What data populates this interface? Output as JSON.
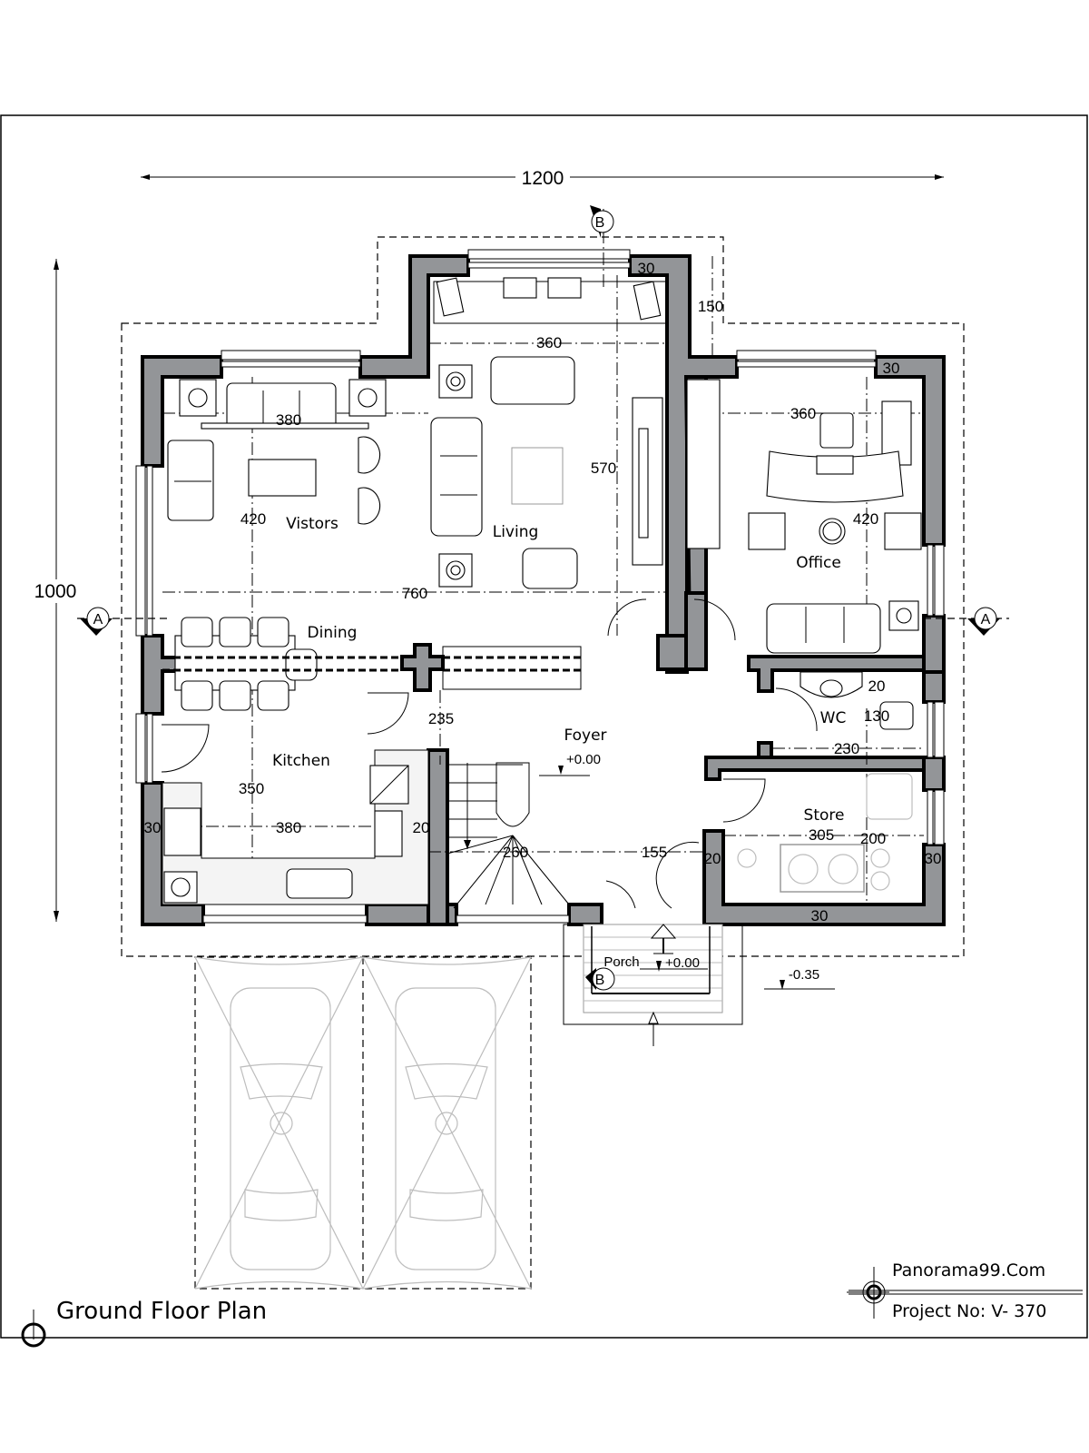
{
  "drawing": {
    "title": "Ground Floor Plan",
    "credit_site": "Panorama99.Com",
    "project_no": "Project No: V- 370"
  },
  "overall_dimensions": {
    "width_label": "1200",
    "height_label": "1000"
  },
  "section_markers": {
    "a_left": "A",
    "a_right": "A",
    "b_top": "B",
    "b_bottom": "B"
  },
  "rooms": {
    "visitors": {
      "label": "Vistors",
      "width": "380",
      "depth": "420"
    },
    "living": {
      "label": "Living",
      "width": "360",
      "depth": "570"
    },
    "office": {
      "label": "Office",
      "width": "360",
      "depth": "420"
    },
    "dining": {
      "label": "Dining",
      "span": "760"
    },
    "kitchen": {
      "label": "Kitchen",
      "width": "380",
      "depth": "350"
    },
    "foyer": {
      "label": "Foyer",
      "level": "+0.00",
      "depth": "235",
      "span": "155"
    },
    "stair": {
      "width": "260"
    },
    "wc": {
      "label": "WC",
      "width": "230",
      "depth": "130",
      "wall": "20"
    },
    "store": {
      "label": "Store",
      "width": "305",
      "depth": "200"
    },
    "porch": {
      "label": "Porch",
      "level": "+0.00"
    }
  },
  "wall_dimensions": {
    "bay_top": "30",
    "bay_projection": "150",
    "office_top": "30",
    "kitchen_left": "30",
    "kitchen_right": "20",
    "foyer_right": "20",
    "store_right": "30",
    "store_bottom": "30"
  },
  "levels": {
    "exterior": "-0.35"
  },
  "colors": {
    "wall_fill": "#939598",
    "line": "#000000",
    "car_outline": "#bdbdbd"
  }
}
